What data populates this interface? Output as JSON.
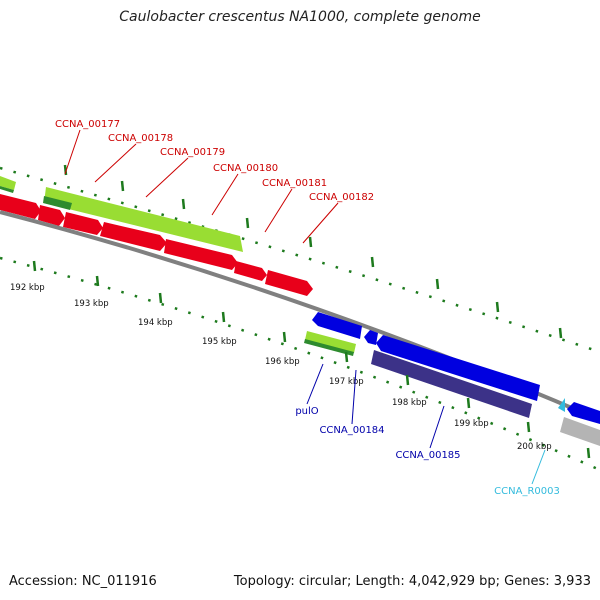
{
  "header": {
    "title": "Caulobacter crescentus NA1000, complete genome"
  },
  "footer": {
    "accession": "Accession: NC_011916",
    "topology": "Topology: circular; Length: 4,042,929 bp; Genes: 3,933"
  },
  "colors": {
    "forward_gene": "#e8001a",
    "reverse_gene": "#0000e0",
    "reverse_dark": "#3c3288",
    "rna": "#b4b4b4",
    "lime": "#99dd33",
    "green": "#2e8b2e",
    "backbone": "#808080",
    "tick": "#1d7a1d",
    "label_forward": "#cc0000",
    "label_reverse": "#0000aa",
    "label_rna": "#33bbdd"
  },
  "scale_labels": [
    "192 kbp",
    "193 kbp",
    "194 kbp",
    "195 kbp",
    "196 kbp",
    "197 kbp",
    "198 kbp",
    "199 kbp",
    "200 kbp"
  ],
  "gene_labels": [
    {
      "text": "CCNA_00177",
      "strand": "forward"
    },
    {
      "text": "CCNA_00178",
      "strand": "forward"
    },
    {
      "text": "CCNA_00179",
      "strand": "forward"
    },
    {
      "text": "CCNA_00180",
      "strand": "forward"
    },
    {
      "text": "CCNA_00181",
      "strand": "forward"
    },
    {
      "text": "CCNA_00182",
      "strand": "forward"
    },
    {
      "text": "pulO",
      "strand": "reverse"
    },
    {
      "text": "CCNA_00184",
      "strand": "reverse"
    },
    {
      "text": "CCNA_00185",
      "strand": "reverse"
    },
    {
      "text": "CCNA_R0003",
      "strand": "rna"
    }
  ]
}
